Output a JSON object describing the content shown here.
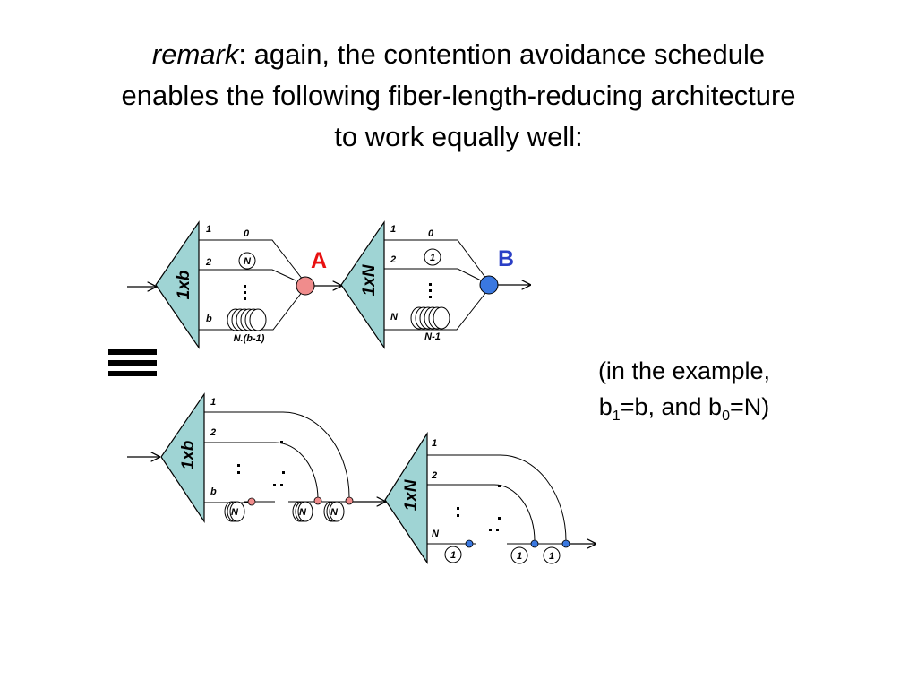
{
  "title": {
    "italic": "remark",
    "rest1": ": again, the contention avoidance schedule",
    "line2": "enables the following fiber-length-reducing architecture",
    "line3": "to work equally well:"
  },
  "caption": {
    "line1": "(in the example,",
    "b1_base": "b",
    "b1_sub": "1",
    "mid": "=b, and b",
    "b0_sub": "0",
    "end": "=N)"
  },
  "top": {
    "splitter1": "1xb",
    "splitter2": "1xN",
    "node_a": "A",
    "node_b": "B",
    "s1_ports": [
      "1",
      "2",
      "b"
    ],
    "s2_ports": [
      "1",
      "2",
      "N"
    ],
    "s1_path_top": "0",
    "s2_path_top": "0",
    "s1_coil_small": "N",
    "s2_coil_small": "1",
    "s1_coil_big": "N.(b-1)",
    "s2_coil_big": "N-1"
  },
  "bottom": {
    "splitter1": "1xb",
    "splitter2": "1xN",
    "s1_ports": [
      "1",
      "2",
      "b"
    ],
    "s2_ports": [
      "1",
      "2",
      "N"
    ],
    "s1_coils": [
      "N",
      "N",
      "N"
    ],
    "s2_coils": [
      "1",
      "1",
      "1"
    ]
  },
  "colors": {
    "splitter_fill": "#9fd4d4",
    "node_a": "#f08c8c",
    "node_b": "#3a78e0",
    "node_a_label": "#e81010",
    "node_b_label": "#2b3fc6"
  }
}
